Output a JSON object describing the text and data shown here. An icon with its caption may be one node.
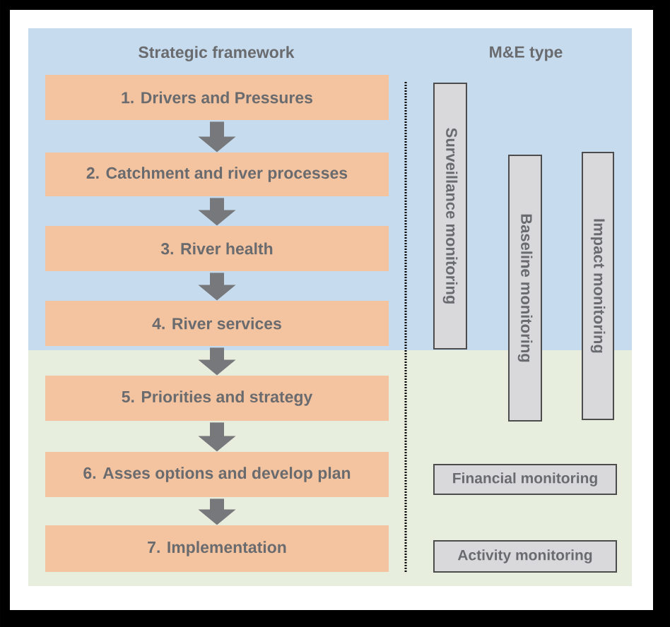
{
  "diagram": {
    "nodes": [
      {
        "text": [
          "1. Drivers and Pressures"
        ]
      },
      {
        "text": [
          "2. Catchment and river processes"
        ]
      },
      {
        "text": [
          "3. River health"
        ]
      },
      {
        "text": [
          "4. River services"
        ]
      },
      {
        "text": [
          "5. Priorities and strategy"
        ]
      },
      {
        "text": [
          "6. Asses options and develop plan"
        ]
      },
      {
        "text": [
          "7. Implementation"
        ]
      },
      {
        "text": [
          "Surveillance monitoring"
        ]
      },
      {
        "text": [
          "Baseline monitoring"
        ]
      },
      {
        "text": [
          "Impact monitoring"
        ]
      },
      {
        "text": [
          "Financial monitoring"
        ]
      },
      {
        "text": [
          "Activity monitoring"
        ]
      }
    ],
    "edges": [
      {
        "from": 0,
        "to": 1,
        "arrow": "to"
      },
      {
        "from": 1,
        "to": 2,
        "arrow": "to"
      },
      {
        "from": 2,
        "to": 3,
        "arrow": "to"
      },
      {
        "from": 3,
        "to": 4,
        "arrow": "to"
      },
      {
        "from": 4,
        "to": 5,
        "arrow": "to"
      },
      {
        "from": 5,
        "to": 6,
        "arrow": "to"
      }
    ],
    "labels": [
      "Strategic framework",
      "M&E type"
    ]
  }
}
